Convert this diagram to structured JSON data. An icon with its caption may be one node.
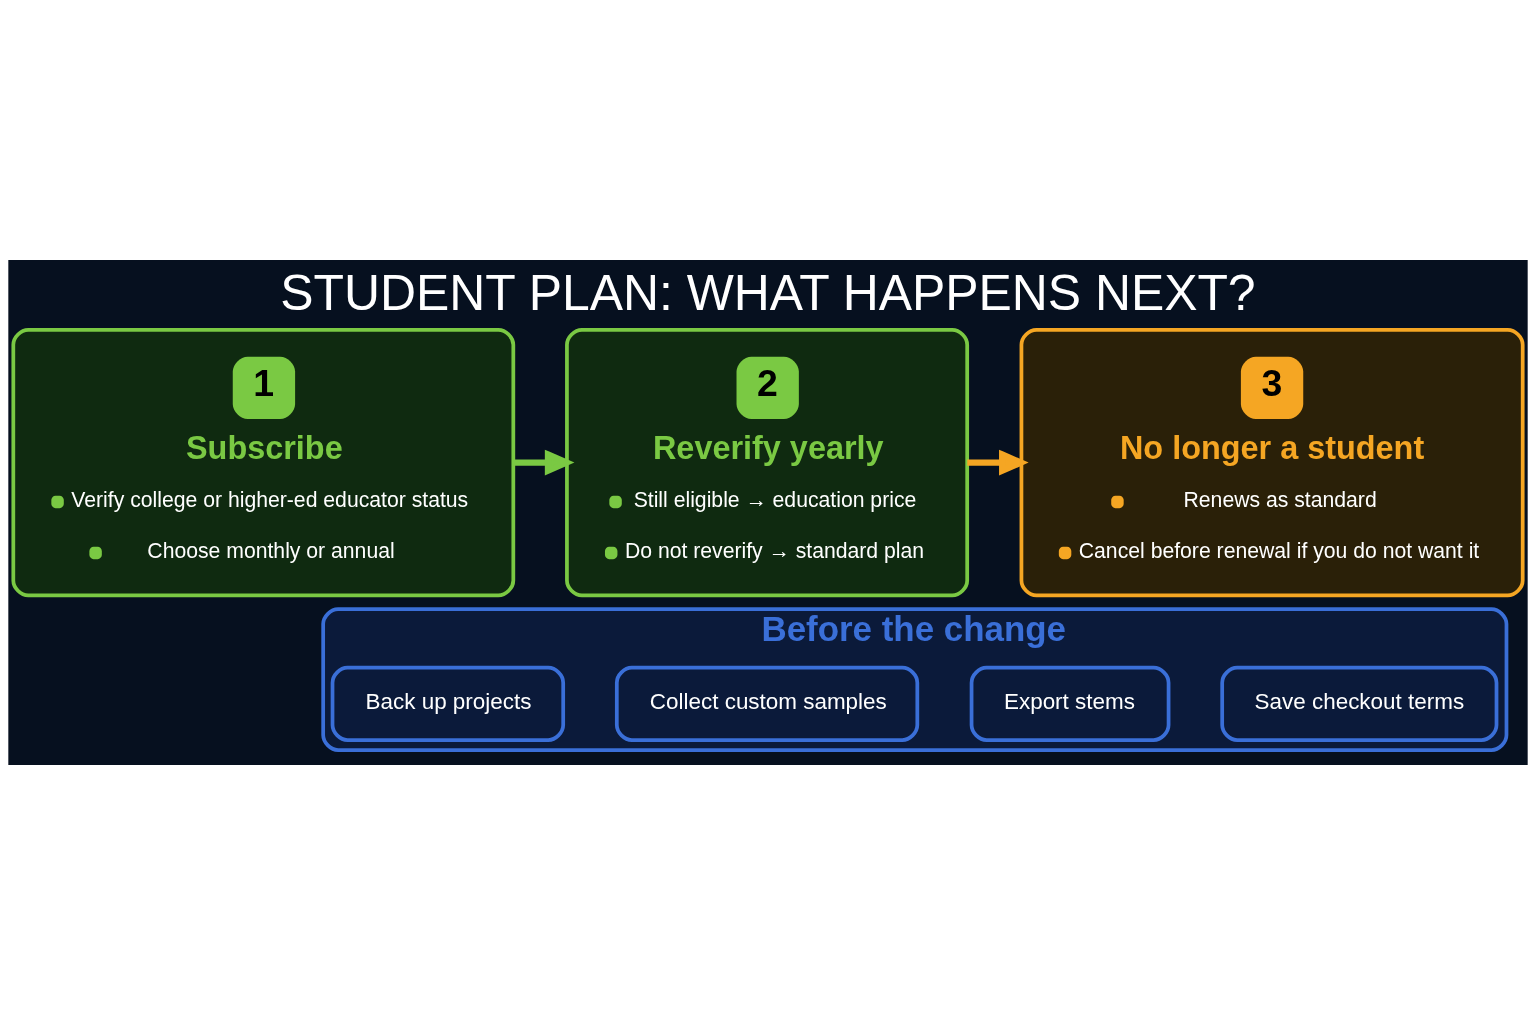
{
  "diagram": {
    "title": "STUDENT PLAN: WHAT HAPPENS NEXT?",
    "nodes": [
      {
        "text": [
          "1",
          "Subscribe",
          "Verify college or higher-ed educator status",
          "Choose monthly or annual"
        ]
      },
      {
        "text": [
          "2",
          "Reverify yearly",
          "Still eligible → education price",
          "Do not reverify → standard plan"
        ]
      },
      {
        "text": [
          "3",
          "No longer a student",
          "Renews as standard",
          "Cancel before renewal if you do not want it"
        ]
      },
      {
        "text": [
          "Before the change"
        ]
      },
      {
        "text": [
          "Back up projects"
        ],
        "in": 3
      },
      {
        "text": [
          "Collect custom samples"
        ],
        "in": 3
      },
      {
        "text": [
          "Export stems"
        ],
        "in": 3
      },
      {
        "text": [
          "Save checkout terms"
        ],
        "in": 3
      }
    ],
    "edges": [
      {
        "from": 0,
        "to": 1,
        "arrow": "to",
        "color": "#7ac943"
      },
      {
        "from": 1,
        "to": 2,
        "arrow": "to",
        "color": "#f5a623"
      }
    ]
  }
}
